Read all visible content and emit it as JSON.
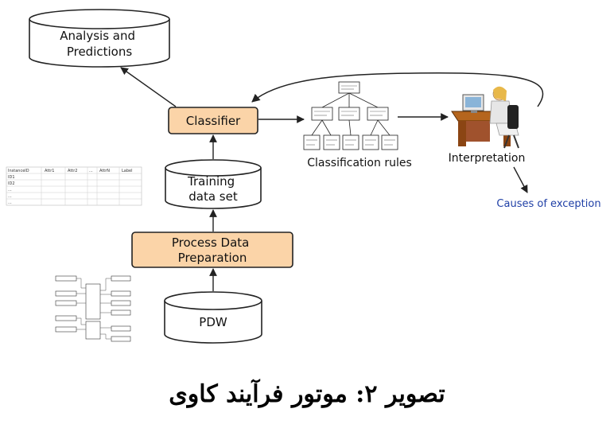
{
  "diagram": {
    "nodes": {
      "analysis": "Analysis and\nPredictions",
      "classifier": "Classifier",
      "training": "Training\ndata set",
      "process": "Process Data\nPreparation",
      "pdw": "PDW",
      "rules": "Classification rules",
      "interpretation": "Interpretation",
      "causes": "Causes of exception"
    },
    "table_thumbnail": {
      "headers": [
        "InstanceID",
        "Attr1",
        "Attr2",
        "...",
        "AttrN",
        "Label"
      ],
      "rows": [
        [
          "ID1"
        ],
        [
          "ID2"
        ],
        [
          "..."
        ],
        [
          "..."
        ],
        [
          "..."
        ]
      ]
    },
    "colors": {
      "process_fill": "#fbd4a8",
      "causes_text": "#1f3fa6",
      "stroke": "#222222"
    }
  },
  "caption": "تصویر ۲: موتور فرآیند کاوی"
}
